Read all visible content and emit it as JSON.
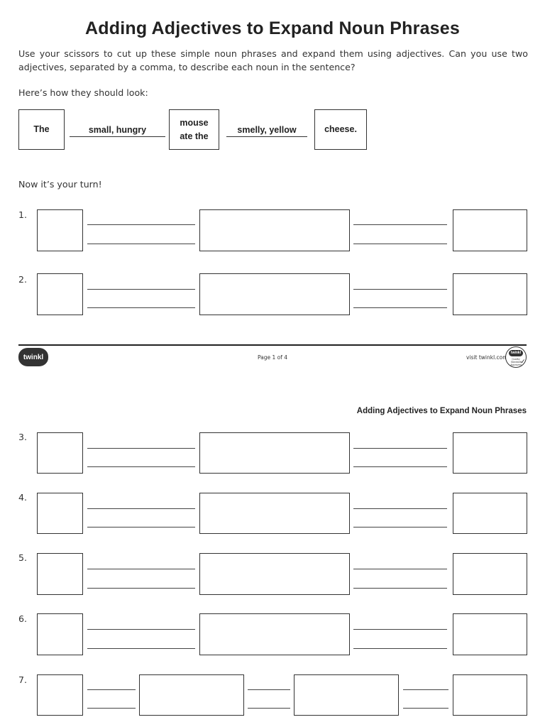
{
  "title": "Adding Adjectives to Expand Noun Phrases",
  "intro": "Use your scissors to cut up these simple noun phrases and expand them using adjectives. Can you use two adjectives, separated by a comma, to describe each noun in the sentence?",
  "example_heading": "Here’s how they should look:",
  "example": {
    "word1": "The",
    "adj1": "small, hungry",
    "word2_line1": "mouse",
    "word2_line2": "ate the",
    "adj2": "smelly, yellow",
    "word3": "cheese."
  },
  "turn_heading": "Now it’s your turn!",
  "rows": [
    "1.",
    "2.",
    "3.",
    "4.",
    "5.",
    "6.",
    "7."
  ],
  "footer": {
    "logo": "twinkl",
    "page": "Page 1 of 4",
    "site": "visit twinkl.com",
    "badge_logo": "twinkl",
    "badge_text": "Quality Standard Approved"
  },
  "page2_header": "Adding Adjectives to Expand Noun Phrases"
}
